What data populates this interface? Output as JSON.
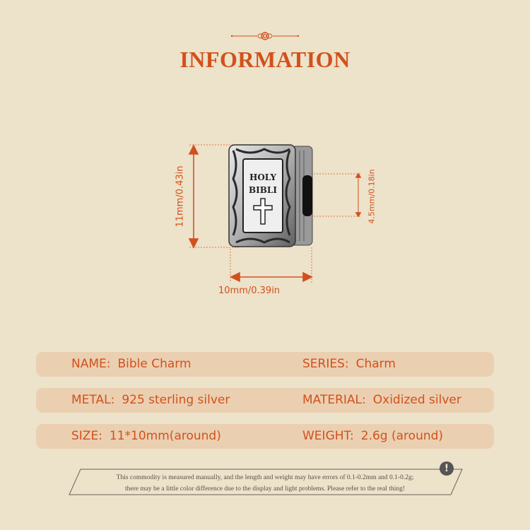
{
  "header": {
    "title": "INFORMATION"
  },
  "dimensions": {
    "height": "11mm/0.43in",
    "width": "10mm/0.39in",
    "hole": "4.5mm/0.18in"
  },
  "product": {
    "engraving_line1": "HOLY",
    "engraving_line2": "BIBLI"
  },
  "specs": {
    "rows": [
      {
        "left_label": "NAME:",
        "left_value": "Bible Charm",
        "right_label": "SERIES:",
        "right_value": "Charm"
      },
      {
        "left_label": "METAL:",
        "left_value": "925 sterling silver",
        "right_label": "MATERIAL:",
        "right_value": "Oxidized silver"
      },
      {
        "left_label": "SIZE:",
        "left_value": "11*10mm(around)",
        "right_label": "WEIGHT:",
        "right_value": "2.6g (around)"
      }
    ]
  },
  "notice": {
    "line1": "This commodity is measured manually, and the length and weight may have errors of 0.1-0.2mm and 0.1-0.2g;",
    "line2": "there may be a little color difference due to the display and light problems. Please refer to the real thing!",
    "icon": "!"
  },
  "colors": {
    "accent": "#d2511c",
    "background": "#ede2ca",
    "row_bg": "#ebcfb1"
  }
}
